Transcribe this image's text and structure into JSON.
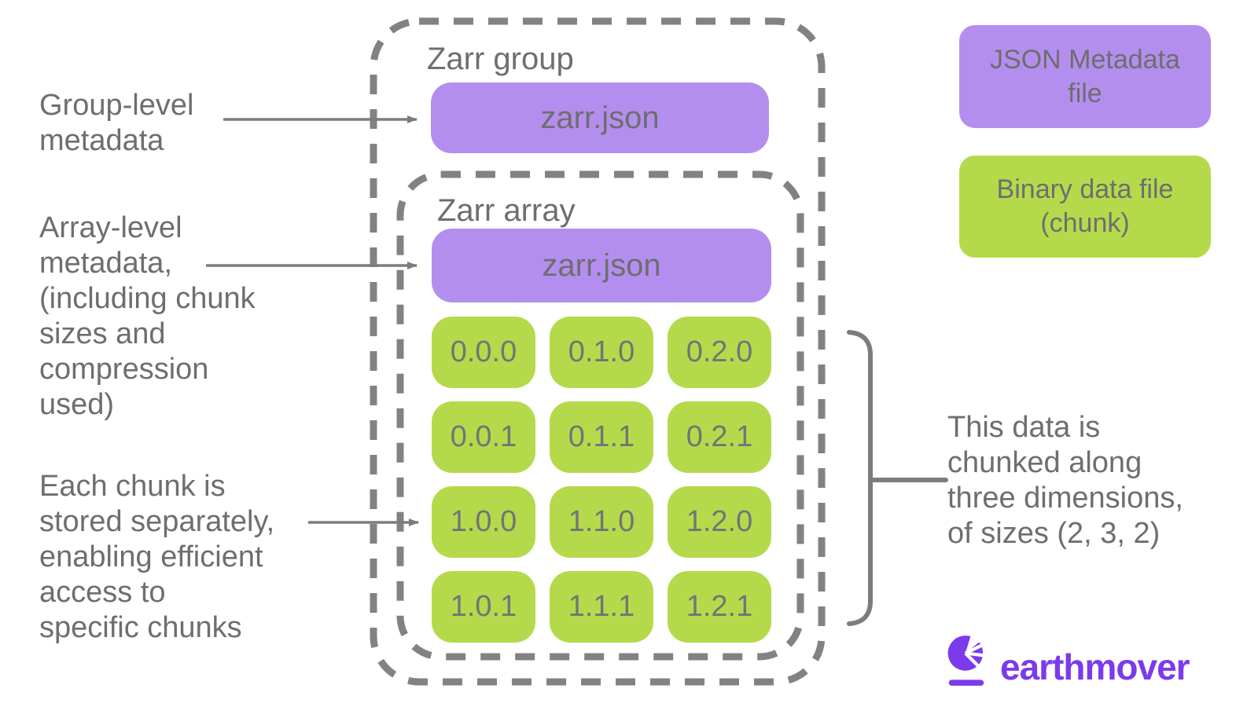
{
  "diagram": {
    "group": {
      "title": "Zarr group",
      "metadata_file": "zarr.json"
    },
    "array": {
      "title": "Zarr array",
      "metadata_file": "zarr.json",
      "chunks": [
        "0.0.0",
        "0.1.0",
        "0.2.0",
        "0.0.1",
        "0.1.1",
        "0.2.1",
        "1.0.0",
        "1.1.0",
        "1.2.0",
        "1.0.1",
        "1.1.1",
        "1.2.1"
      ]
    },
    "annotations": {
      "group_metadata": "Group-level\nmetadata",
      "array_metadata": "Array-level\nmetadata,\n(including chunk\nsizes and\ncompression\nused)",
      "chunk_storage": "Each chunk is\nstored separately,\nenabling efficient\naccess to\nspecific chunks",
      "chunking_note": "This data is\nchunked along\nthree dimensions,\nof sizes (2, 3, 2)"
    },
    "legend": {
      "json_file": "JSON Metadata\nfile",
      "binary_file": "Binary data file\n(chunk)"
    },
    "colors": {
      "metadata_purple": "#B48EEF",
      "chunk_green": "#B4DA4B",
      "text_gray": "#6E6E6E",
      "line_gray": "#7C7C7C",
      "dash_gray": "#828282",
      "brand_purple": "#7C3AED"
    },
    "logo": {
      "wordmark": "earthmover"
    }
  }
}
